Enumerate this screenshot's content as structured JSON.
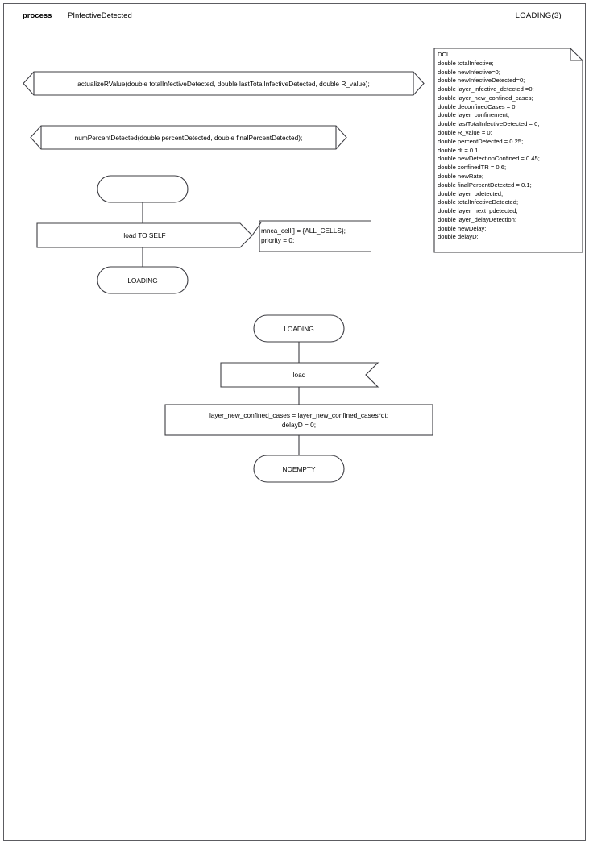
{
  "header": {
    "keyword": "process",
    "process_name": "PInfectiveDetected",
    "page_label": "LOADING(3)"
  },
  "declaration_block": {
    "name": "dcl-block",
    "title": "DCL",
    "text": "DCL\ndouble totalInfective;\ndouble newInfective=0;\ndouble newInfectiveDetected=0;\ndouble layer_infective_detected =0;\ndouble layer_new_confined_cases;\ndouble deconfinedCases = 0;\ndouble layer_confinement;\ndouble lastTotalInfectiveDetected = 0;\ndouble R_value = 0;\ndouble percentDetected = 0.25;\ndouble dt = 0.1;\ndouble newDetectionConfined = 0.45;\ndouble confinedTR = 0.6;\ndouble newRate;\ndouble finalPercentDetected = 0.1;\ndouble layer_pdetected;\ndouble totalInfectiveDetected;\ndouble layer_next_pdetected;\ndouble layer_delayDetection;\ndouble newDelay;\ndouble delayD;",
    "declarations": [
      "double totalInfective;",
      "double newInfective=0;",
      "double newInfectiveDetected=0;",
      "double layer_infective_detected =0;",
      "double layer_new_confined_cases;",
      "double deconfinedCases = 0;",
      "double layer_confinement;",
      "double lastTotalInfectiveDetected = 0;",
      "double R_value = 0;",
      "double percentDetected = 0.25;",
      "double dt = 0.1;",
      "double newDetectionConfined = 0.45;",
      "double confinedTR = 0.6;",
      "double newRate;",
      "double finalPercentDetected = 0.1;",
      "double layer_pdetected;",
      "double totalInfectiveDetected;",
      "double layer_next_pdetected;",
      "double layer_delayDetection;",
      "double newDelay;",
      "double delayD;"
    ]
  },
  "procedures": [
    {
      "id": "procedure-actualize-rvalue",
      "label": "actualizeRValue(double totalInfectiveDetected, double lastTotalInfectiveDetected, double R_value);"
    },
    {
      "id": "procedure-num-percent-detected",
      "label": "numPercentDetected(double percentDetected, double finalPercentDetected);"
    }
  ],
  "branch_one": {
    "start_state": {
      "label": ""
    },
    "output": {
      "label": "load TO SELF"
    },
    "comment": {
      "text": "mnca_cell[] = {ALL_CELLS};\npriority = 0;"
    },
    "next_state": {
      "label": "LOADING"
    }
  },
  "branch_two": {
    "state": {
      "label": "LOADING"
    },
    "input": {
      "label": "load"
    },
    "task": {
      "text": "layer_new_confined_cases = layer_new_confined_cases*dt;\ndelayD = 0;"
    },
    "next_state": {
      "label": "NOEMPTY"
    }
  },
  "colors": {
    "stroke": "#3c3c42",
    "frame": "#5c5c61",
    "background": "#ffffff",
    "text": "#000000"
  }
}
